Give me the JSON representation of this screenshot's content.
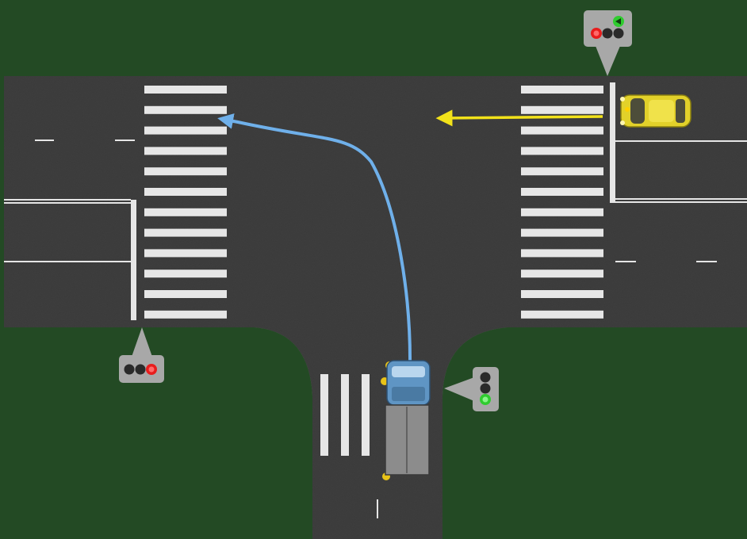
{
  "scene": {
    "colors": {
      "grass": "#234a24",
      "asphalt": "#3e3e3e",
      "marking": "#e6e6e6",
      "truck_path": "#6fb0ea",
      "car_path": "#f2e21a",
      "car_body": "#e2d12a",
      "truck_cab": "#5f95c4",
      "truck_box": "#8c8c8c",
      "light_red": "#e81d1d",
      "light_green": "#2fcc2f",
      "light_off": "#2a2a2a"
    },
    "vehicles": [
      {
        "type": "car",
        "heading": "west",
        "color": "yellow"
      },
      {
        "type": "truck",
        "heading": "north",
        "color": "blue-gray",
        "maneuver": "left-turn"
      }
    ],
    "traffic_lights": [
      {
        "location": "north-east",
        "state": "red",
        "arrow_signal": "green",
        "arrow_direction": "left-turn"
      },
      {
        "location": "south-west",
        "state": "red"
      },
      {
        "location": "south-east",
        "state": "green"
      }
    ],
    "crosswalks": [
      "west",
      "east",
      "south"
    ]
  }
}
